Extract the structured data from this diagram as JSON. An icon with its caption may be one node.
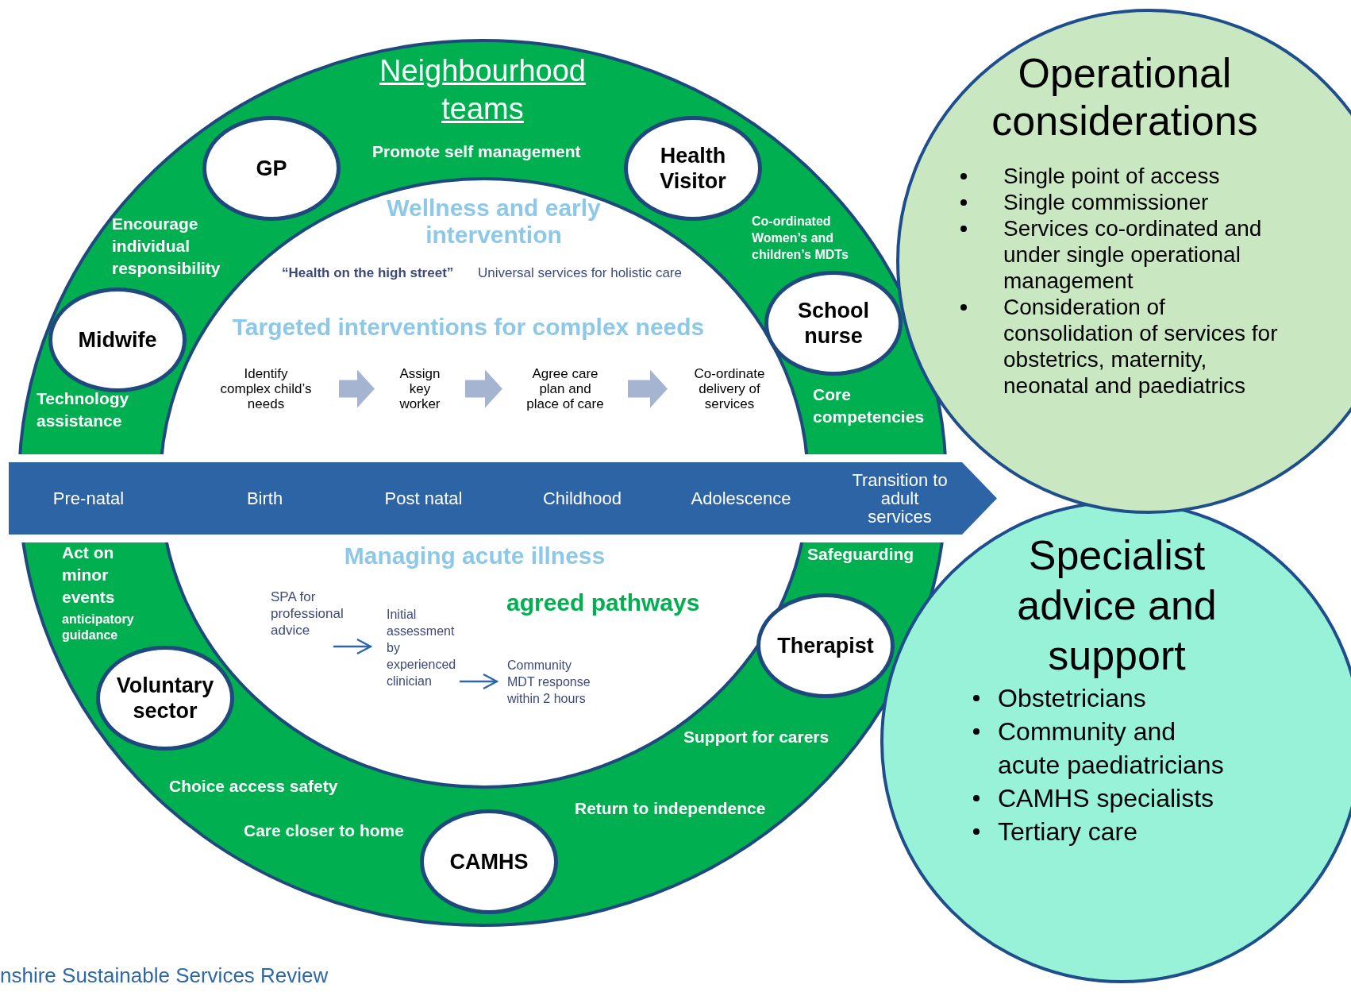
{
  "diagram": {
    "nodes": [
      {
        "text": [
          "GP"
        ]
      },
      {
        "text": [
          "Health Visitor"
        ]
      },
      {
        "text": [
          "Midwife"
        ]
      },
      {
        "text": [
          "School nurse"
        ]
      },
      {
        "text": [
          "Therapist"
        ]
      },
      {
        "text": [
          "Voluntary sector"
        ]
      },
      {
        "text": [
          "CAMHS"
        ]
      },
      {
        "text": [
          "Identify complex child’s needs"
        ]
      },
      {
        "text": [
          "Assign key worker"
        ]
      },
      {
        "text": [
          "Agree care plan and place of care"
        ]
      },
      {
        "text": [
          "Co-ordinate delivery of services"
        ]
      },
      {
        "text": [
          "SPA for professional advice"
        ]
      },
      {
        "text": [
          "Initial assessment by experienced clinician"
        ]
      },
      {
        "text": [
          "Community MDT response within 2 hours"
        ]
      },
      {
        "text": [
          "Pre-natal"
        ]
      },
      {
        "text": [
          "Birth"
        ]
      },
      {
        "text": [
          "Post natal"
        ]
      },
      {
        "text": [
          "Childhood"
        ]
      },
      {
        "text": [
          "Adolescence"
        ]
      },
      {
        "text": [
          "Transition to adult services"
        ]
      },
      {
        "text": [
          "Operational considerations",
          "Single point of access",
          "Single commissioner",
          "Services co-ordinated and under single operational management",
          "Consideration of consolidation of services for obstetrics, maternity, neonatal and paediatrics"
        ]
      },
      {
        "text": [
          "Specialist advice and support",
          "Obstetricians",
          "Community and acute paediatricians",
          "CAMHS specialists",
          "Tertiary care"
        ]
      }
    ],
    "edges": [
      {
        "from": 7,
        "to": 8,
        "arrow": "to",
        "style": "thick"
      },
      {
        "from": 8,
        "to": 9,
        "arrow": "to",
        "style": "thick"
      },
      {
        "from": 9,
        "to": 10,
        "arrow": "to",
        "style": "thick"
      },
      {
        "from": 11,
        "to": 12,
        "arrow": "to",
        "color": "#2e67a8"
      },
      {
        "from": 12,
        "to": 13,
        "arrow": "to",
        "color": "#2e67a8"
      }
    ],
    "labels": [
      "Neighbourhood teams",
      "Promote self management",
      "Encourage individual responsibility",
      "Wellness and early intervention",
      "Co-ordinated Women’s and children’s MDTs",
      "“Health on the high street”",
      "Universal services for holistic care",
      "Targeted interventions for complex needs",
      "Technology assistance",
      "Core competencies",
      "Act on minor events",
      "Managing acute illness",
      "Safeguarding",
      "anticipatory guidance",
      "agreed pathways",
      "Support for carers",
      "Choice access safety",
      "Return to independence",
      "Care closer to home",
      "nshire Sustainable Services Review"
    ]
  }
}
